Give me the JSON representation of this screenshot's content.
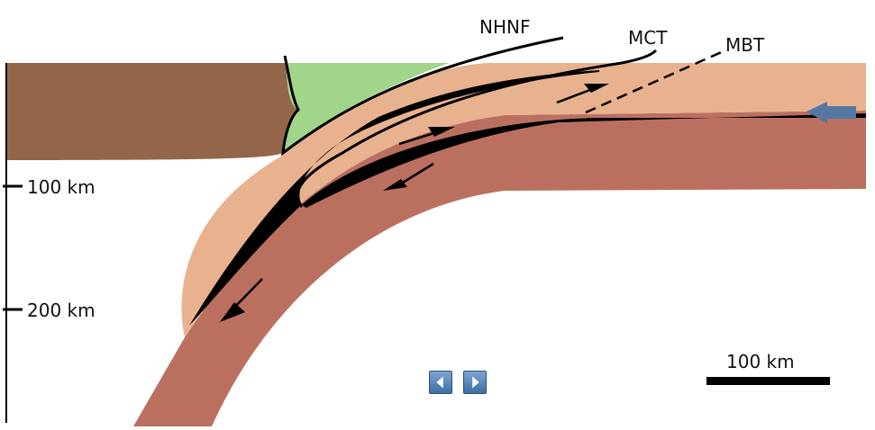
{
  "labels": {
    "nhnf": "NHNF",
    "mct": "MCT",
    "mbt": "MBT",
    "depth_100": "100 km",
    "depth_200": "200 km",
    "scale_bar": "100 km"
  },
  "navigation": {
    "prev_icon": "triangle-left-icon",
    "next_icon": "triangle-right-icon"
  },
  "colors": {
    "asian_plate": "#93664a",
    "tibetan_wedge": "#a1d58a",
    "indian_crust": "#e8b28f",
    "indian_mantle": "#bb705f",
    "shear_zone": "#000000",
    "convergence_arrow": "#5577a3"
  }
}
